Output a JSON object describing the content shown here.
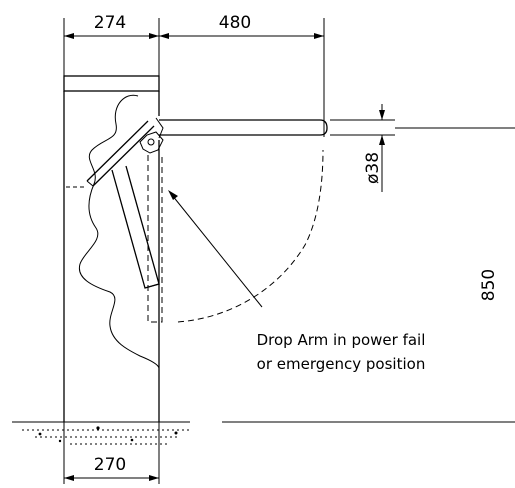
{
  "dimensions": {
    "top_left_width": "274",
    "arm_length": "480",
    "arm_diameter": "ø38",
    "height": "850",
    "base_width": "270"
  },
  "annotation": {
    "line1": "Drop Arm in power fail",
    "line2": "or emergency position"
  }
}
